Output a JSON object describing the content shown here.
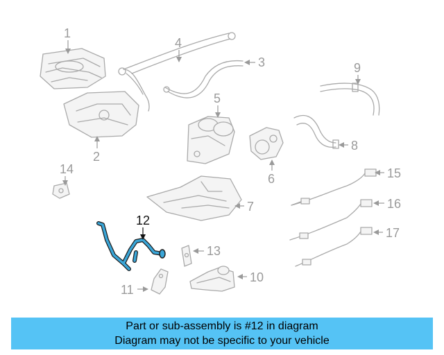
{
  "diagram": {
    "highlighted_part": "12",
    "callouts": [
      "1",
      "2",
      "3",
      "4",
      "5",
      "6",
      "7",
      "8",
      "9",
      "10",
      "11",
      "12",
      "13",
      "14",
      "15",
      "16",
      "17"
    ],
    "colors": {
      "highlight": "#3aa6d8",
      "banner": "#55c3f5",
      "line": "#a9a9a9"
    }
  },
  "banner": {
    "line1": "Part or sub-assembly is #12 in diagram",
    "line2": "Diagram may not be specific to your vehicle"
  }
}
